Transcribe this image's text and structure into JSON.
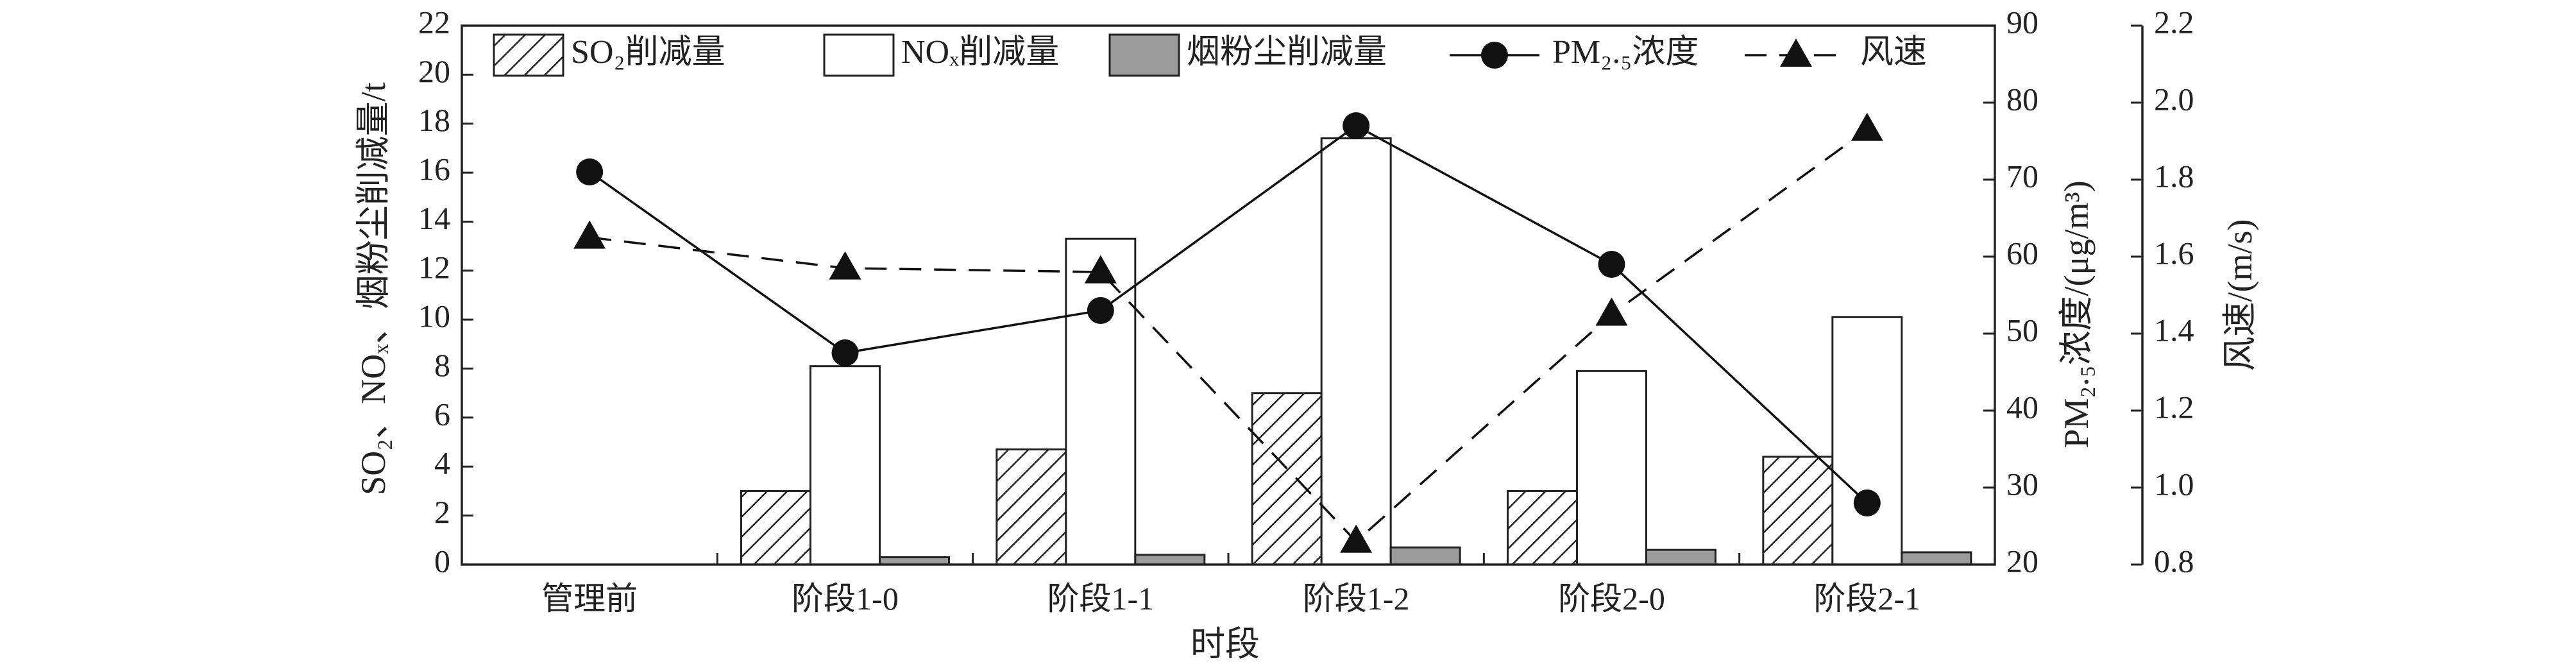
{
  "chart_data": {
    "type": "bar",
    "categories": [
      "管理前",
      "阶段1-0",
      "阶段1-1",
      "阶段1-2",
      "阶段2-0",
      "阶段2-1"
    ],
    "xlabel": "时段",
    "ylabel_left": "SO₂、NOₓ、烟粉尘削减量/t",
    "ylabel_right1": "PM₂.₅浓度/(μg/m³)",
    "ylabel_right2": "风速/(m/s)",
    "ylim_left": [
      0,
      22
    ],
    "ylim_right1": [
      20,
      90
    ],
    "ylim_right2": [
      0.8,
      2.2
    ],
    "yticks_left": [
      "0",
      "2",
      "4",
      "6",
      "8",
      "10",
      "12",
      "14",
      "16",
      "18",
      "20",
      "22"
    ],
    "yticks_right1": [
      "20",
      "30",
      "40",
      "50",
      "60",
      "70",
      "80",
      "90"
    ],
    "yticks_right2": [
      "0.8",
      "1.0",
      "1.2",
      "1.4",
      "1.6",
      "1.8",
      "2.0",
      "2.2"
    ],
    "legend": {
      "so2": "SO₂削减量",
      "nox": "NOₓ削减量",
      "dust": "烟粉尘削减量",
      "pm25": "PM₂.₅浓度",
      "wind": "风速"
    },
    "series": [
      {
        "key": "so2",
        "axis": "left",
        "kind": "bar",
        "values": [
          0,
          3.0,
          4.7,
          7.0,
          3.0,
          4.4
        ]
      },
      {
        "key": "nox",
        "axis": "left",
        "kind": "bar",
        "values": [
          0,
          8.1,
          13.3,
          17.4,
          7.9,
          10.1
        ]
      },
      {
        "key": "dust",
        "axis": "left",
        "kind": "bar",
        "values": [
          0,
          0.3,
          0.4,
          0.7,
          0.6,
          0.5
        ]
      },
      {
        "key": "pm25",
        "axis": "right1",
        "kind": "line",
        "values": [
          71,
          47.5,
          53,
          77,
          59,
          28
        ]
      },
      {
        "key": "wind",
        "axis": "right2",
        "kind": "line",
        "values": [
          1.65,
          1.57,
          1.56,
          0.86,
          1.45,
          1.93
        ]
      }
    ],
    "grid": false,
    "legend_position": "top"
  }
}
